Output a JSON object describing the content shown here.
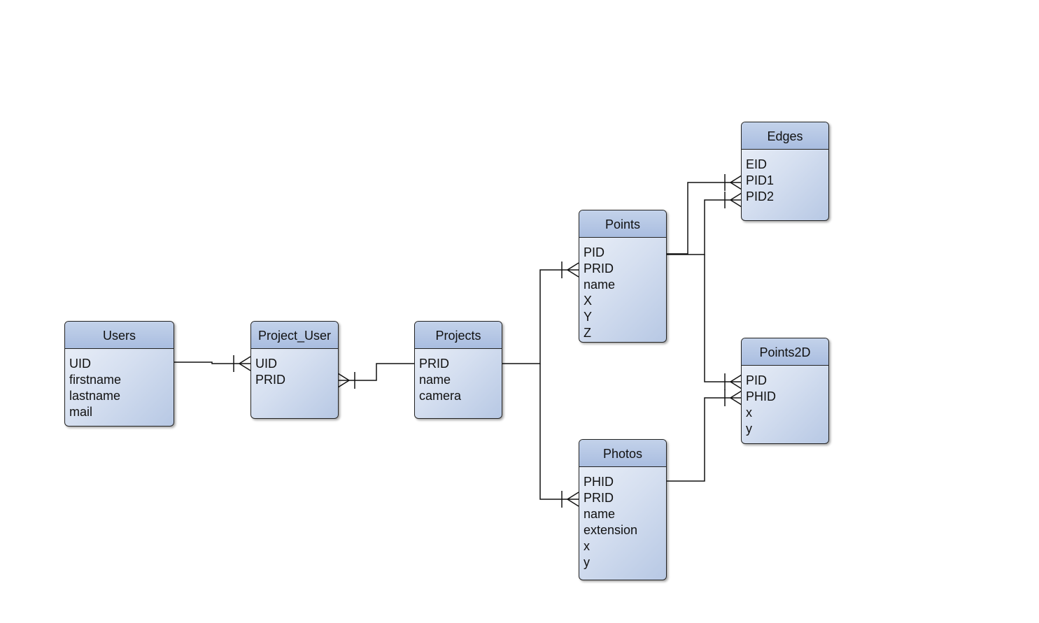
{
  "entities": {
    "users": {
      "title": "Users",
      "fields": [
        "UID",
        "firstname",
        "lastname",
        "mail"
      ]
    },
    "project_user": {
      "title": "Project_User",
      "fields": [
        "UID",
        "PRID"
      ]
    },
    "projects": {
      "title": "Projects",
      "fields": [
        "PRID",
        "name",
        "camera"
      ]
    },
    "points": {
      "title": "Points",
      "fields": [
        "PID",
        "PRID",
        "name",
        "X",
        "Y",
        "Z"
      ]
    },
    "photos": {
      "title": "Photos",
      "fields": [
        "PHID",
        "PRID",
        "name",
        "extension",
        "x",
        "y"
      ]
    },
    "edges": {
      "title": "Edges",
      "fields": [
        "EID",
        "PID1",
        "PID2"
      ]
    },
    "points2d": {
      "title": "Points2D",
      "fields": [
        "PID",
        "PHID",
        "x",
        "y"
      ]
    }
  },
  "relationships": [
    {
      "from": "Users.UID",
      "to": "Project_User.UID",
      "cardinality": "one-to-many"
    },
    {
      "from": "Projects.PRID",
      "to": "Project_User.PRID",
      "cardinality": "one-to-many"
    },
    {
      "from": "Projects.PRID",
      "to": "Points.PRID",
      "cardinality": "one-to-many"
    },
    {
      "from": "Projects.PRID",
      "to": "Photos.PRID",
      "cardinality": "one-to-many"
    },
    {
      "from": "Points.PID",
      "to": "Edges.PID1",
      "cardinality": "one-to-many"
    },
    {
      "from": "Points.PID",
      "to": "Edges.PID2",
      "cardinality": "one-to-many"
    },
    {
      "from": "Points.PID",
      "to": "Points2D.PID",
      "cardinality": "one-to-many"
    },
    {
      "from": "Photos.PHID",
      "to": "Points2D.PHID",
      "cardinality": "one-to-many"
    }
  ]
}
